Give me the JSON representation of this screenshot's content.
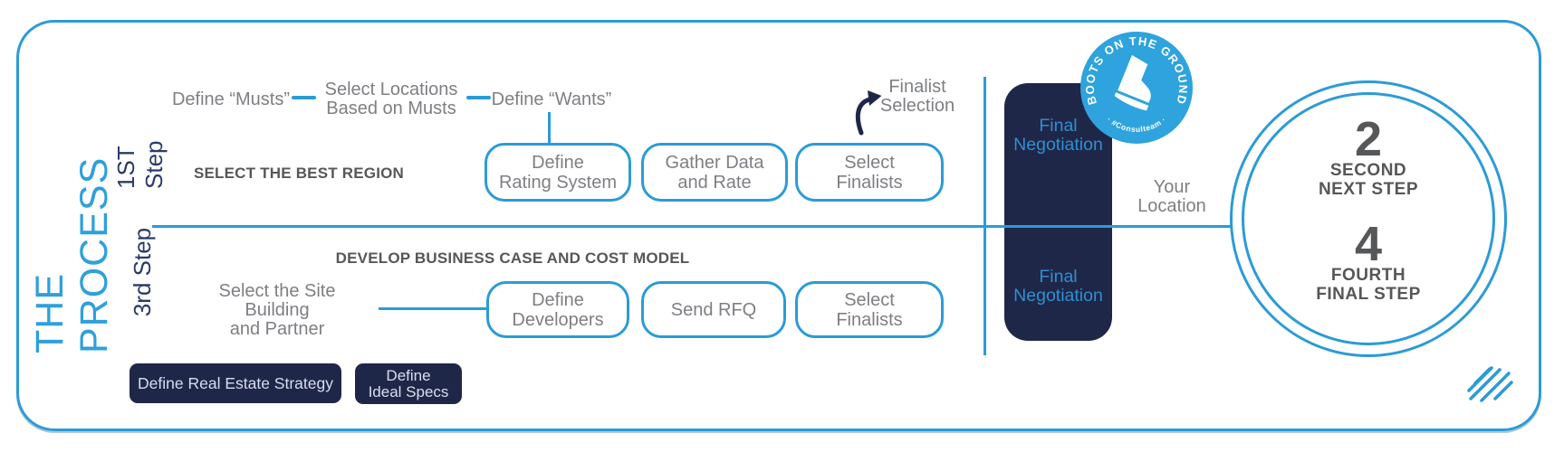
{
  "title": "THE PROCESS",
  "colors": {
    "blue": "#2B9BD7",
    "badge_blue": "#2EA3DD",
    "navy": "#1F2749",
    "step_label_navy": "#2B3A6B",
    "gray_text": "#7D7F83",
    "header_gray": "#565759",
    "negotiation_text_blue": "#2E8FD0"
  },
  "step1": {
    "label": "1ST Step",
    "flow": [
      "Define “Musts”",
      "Select Locations\nBased on Musts",
      "Define “Wants”"
    ],
    "header": "SELECT THE BEST REGION",
    "boxes": [
      "Define\nRating System",
      "Gather Data\nand Rate",
      "Select\nFinalists"
    ],
    "callout": "Finalist\nSelection"
  },
  "step3": {
    "label": "3rd Step",
    "header": "DEVELOP BUSINESS CASE AND COST MODEL",
    "lead": "Select the Site Building\nand Partner",
    "boxes": [
      "Define\nDevelopers",
      "Send RFQ",
      "Select\nFinalists"
    ]
  },
  "strategy": {
    "box1": "Define Real Estate Strategy",
    "box2": "Define\nIdeal Specs"
  },
  "negotiation": {
    "top": "Final\nNegotiation",
    "bottom": "Final\nNegotiation"
  },
  "your_location": "Your\nLocation",
  "badge": {
    "arc_text": "BOOTS ON THE GROUND",
    "bottom_text": "· #Consulteam ·"
  },
  "circle": {
    "step2": {
      "number": "2",
      "line1": "SECOND",
      "line2": "NEXT STEP"
    },
    "step4": {
      "number": "4",
      "line1": "FOURTH",
      "line2": "FINAL STEP"
    }
  }
}
